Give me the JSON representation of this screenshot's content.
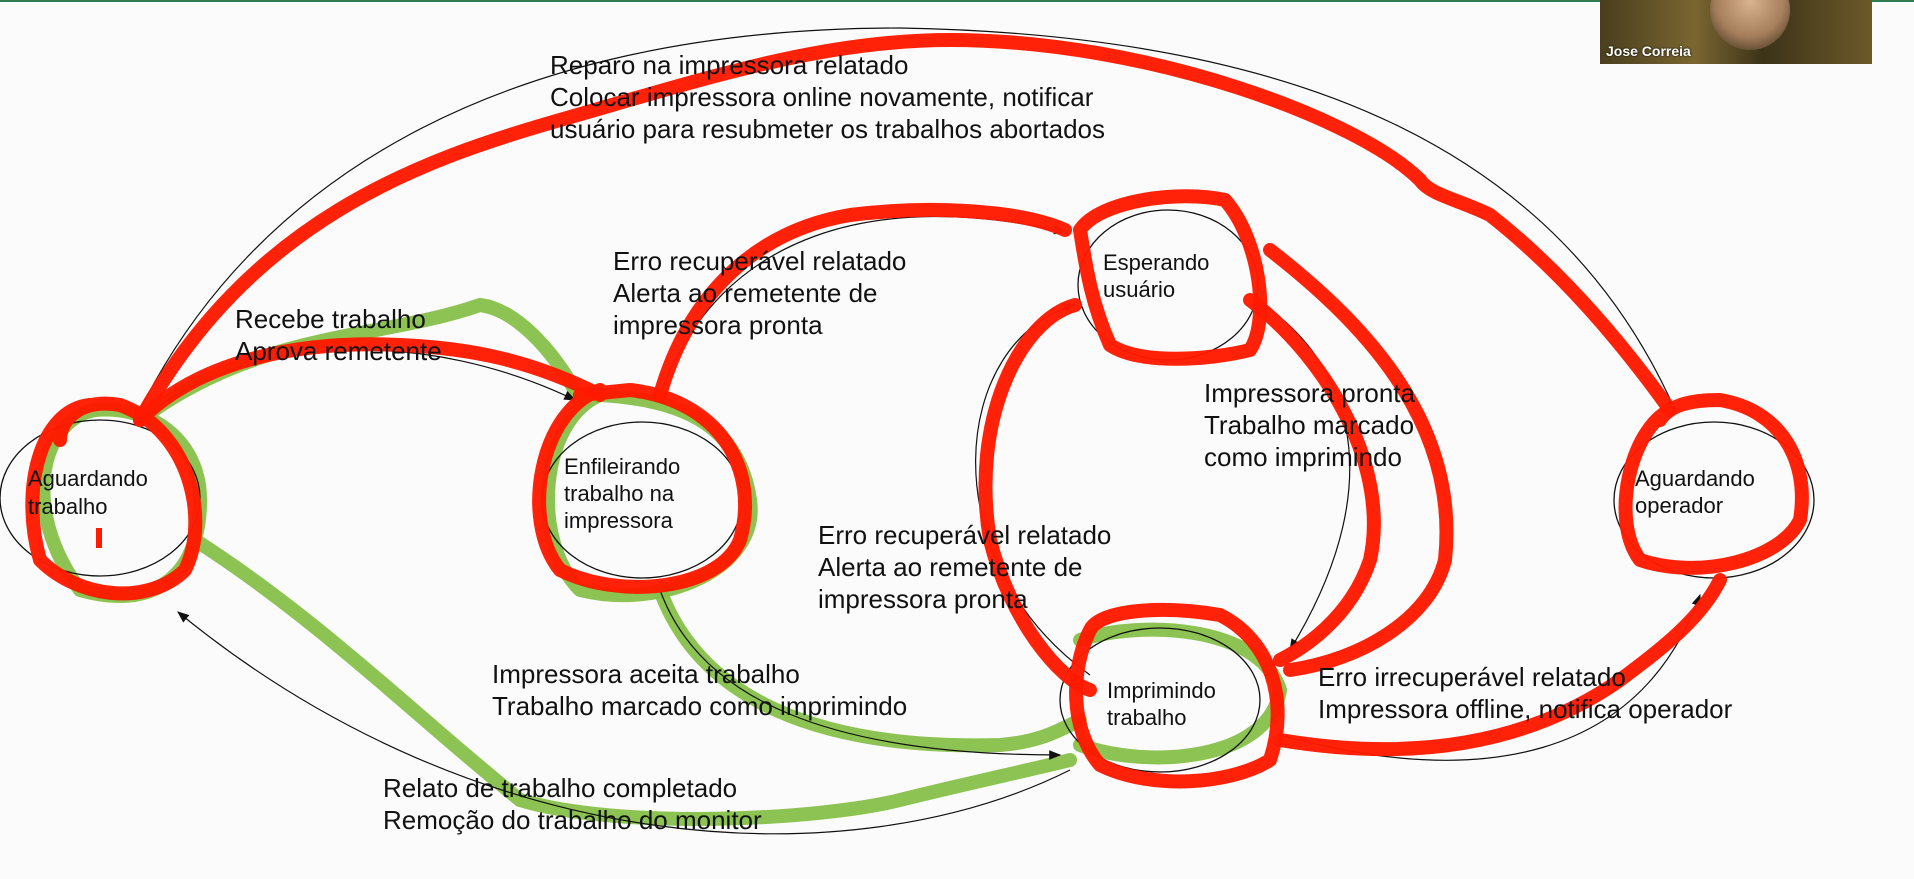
{
  "participant": {
    "name": "Jose Correia"
  },
  "colors": {
    "red_annotation": "#ff1a00",
    "green_annotation": "#86c04a"
  },
  "nodes": {
    "aguardando_trabalho": [
      "Aguardando",
      "trabalho"
    ],
    "enfileirando": [
      "Enfileirando",
      "trabalho na",
      "impressora"
    ],
    "esperando_usuario": [
      "Esperando",
      "usuário"
    ],
    "imprimindo": [
      "Imprimindo",
      "trabalho"
    ],
    "aguardando_operador": [
      "Aguardando",
      "operador"
    ]
  },
  "edges": {
    "reparo": [
      "Reparo na impressora relatado",
      "Colocar impressora online novamente, notificar",
      "usuário para resubmeter os trabalhos abortados"
    ],
    "recebe": [
      "Recebe trabalho",
      "Aprova remetente"
    ],
    "erro_recuperavel_top": [
      "Erro recuperável relatado",
      "Alerta ao remetente de",
      "impressora pronta"
    ],
    "impressora_pronta": [
      "Impressora pronta",
      "Trabalho marcado",
      "como imprimindo"
    ],
    "erro_recuperavel_mid": [
      "Erro recuperável relatado",
      "Alerta ao remetente de",
      "impressora pronta"
    ],
    "aceita": [
      "Impressora aceita trabalho",
      "Trabalho marcado como imprimindo"
    ],
    "irrecuperavel": [
      "Erro irrecuperável relatado",
      "Impressora offline, notifica operador"
    ],
    "completado": [
      "Relato de trabalho completado",
      "Remoção do trabalho do monitor"
    ]
  }
}
